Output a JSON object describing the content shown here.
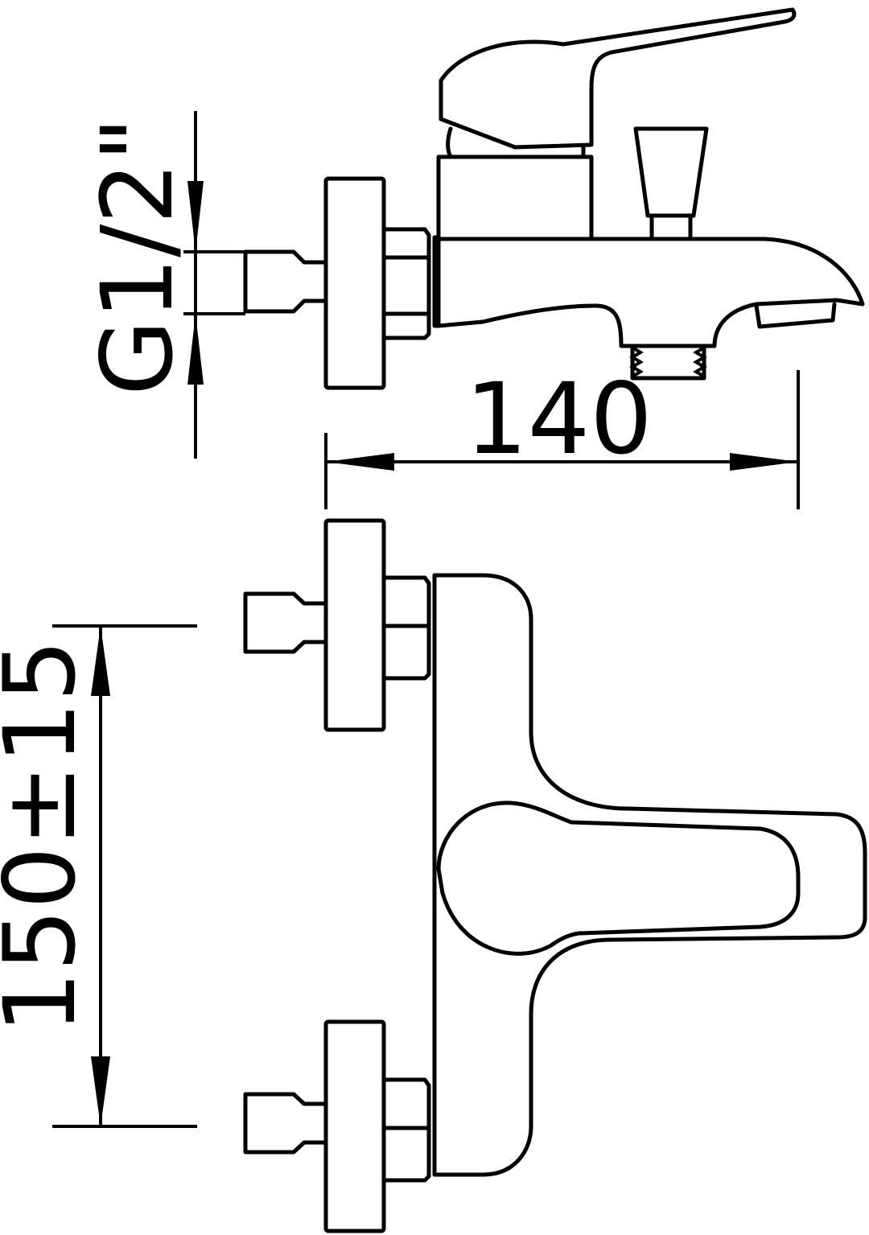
{
  "dimensions": {
    "thread_label": "G1/2\"",
    "width_label": "140",
    "spacing_label": "150±15"
  }
}
